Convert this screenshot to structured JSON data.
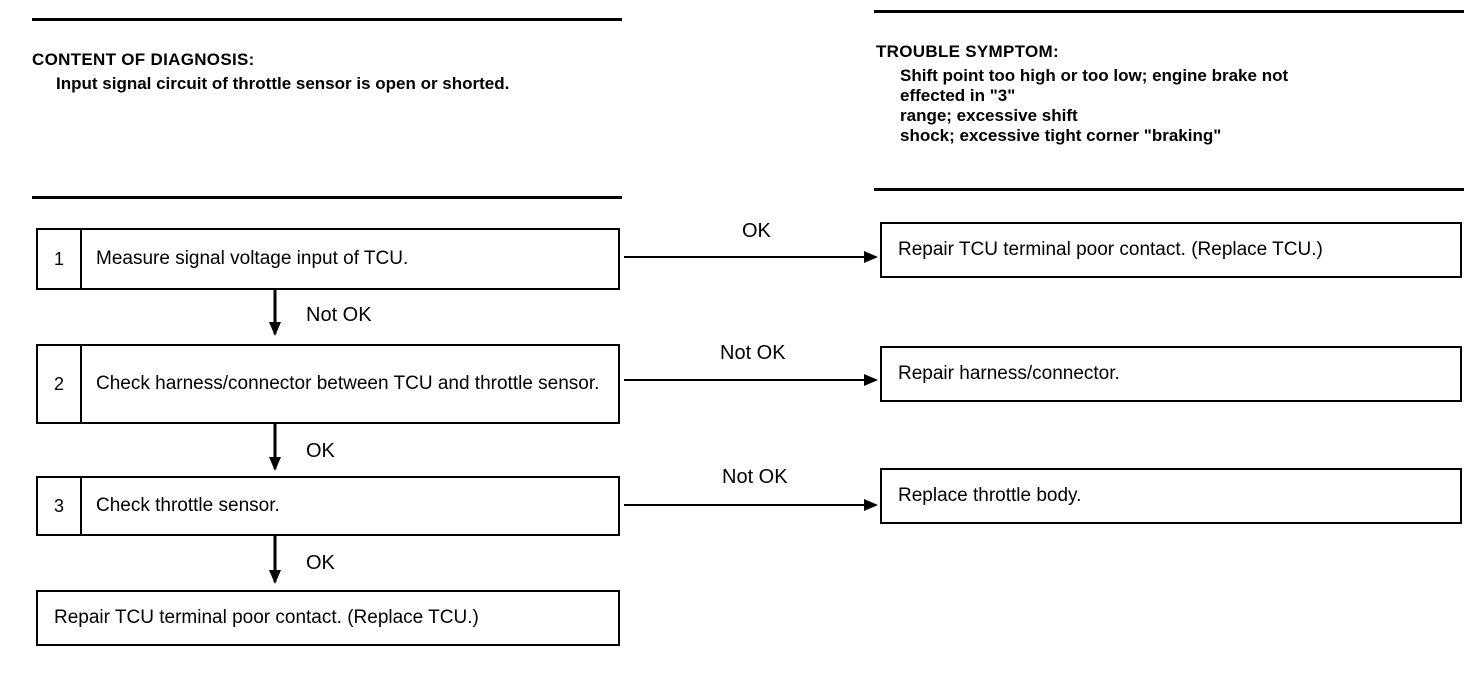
{
  "content_of_diagnosis": {
    "heading": "CONTENT OF DIAGNOSIS:",
    "text": "Input signal circuit of throttle sensor is open or shorted."
  },
  "trouble_symptom": {
    "heading": "TROUBLE SYMPTOM:",
    "lines": [
      "Shift point too high or too low; engine brake not",
      "effected in \"3\"",
      "range; excessive shift",
      "shock; excessive tight corner \"braking\""
    ]
  },
  "steps": [
    {
      "number": "1",
      "text": "Measure signal voltage input of TCU."
    },
    {
      "number": "2",
      "text": "Check harness/connector between TCU and throttle sensor."
    },
    {
      "number": "3",
      "text": "Check throttle sensor."
    }
  ],
  "down_labels": [
    "Not OK",
    "OK",
    "OK"
  ],
  "side_labels": [
    "OK",
    "Not OK",
    "Not OK"
  ],
  "side_results": [
    "Repair TCU terminal poor contact. (Replace TCU.)",
    "Repair harness/connector.",
    "Replace throttle body."
  ],
  "final_result": "Repair TCU terminal poor contact. (Replace TCU.)"
}
